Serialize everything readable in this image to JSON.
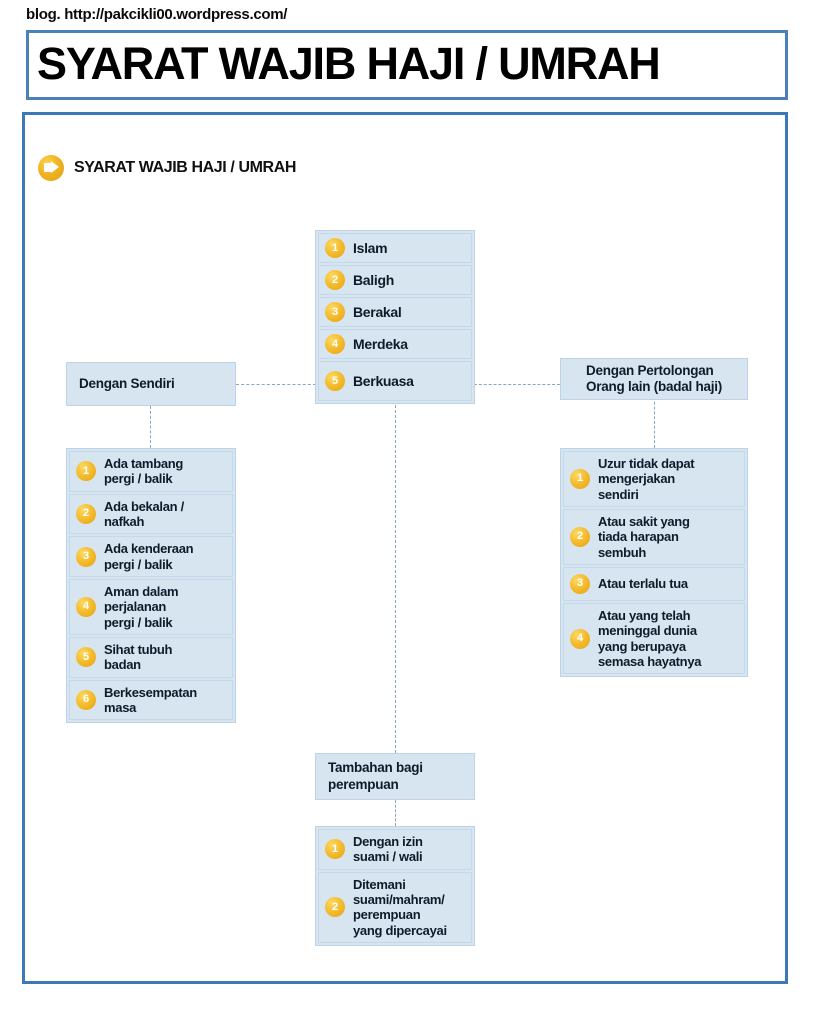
{
  "page": {
    "url_line": "blog. http://pakcikli00.wordpress.com/",
    "banner_title": "SYARAT WAJIB HAJI / UMRAH",
    "section_heading": "SYARAT WAJIB HAJI / UMRAH"
  },
  "colors": {
    "frame_blue": "#3d7ab5",
    "banner_blue": "#4a82b8",
    "box_fill": "#d7e5f1",
    "box_border": "#bdd3e6",
    "badge_gold": "#f0b323",
    "text_dark": "#0d1b2a",
    "connector": "#8aa7bd"
  },
  "diagram": {
    "center_conditions": {
      "items": [
        {
          "num": "1",
          "label": "Islam"
        },
        {
          "num": "2",
          "label": "Baligh"
        },
        {
          "num": "3",
          "label": "Berakal"
        },
        {
          "num": "4",
          "label": "Merdeka"
        },
        {
          "num": "5",
          "label": "Berkuasa"
        }
      ]
    },
    "left_branch": {
      "title": "Dengan Sendiri",
      "items": [
        {
          "num": "1",
          "label": "Ada tambang\npergi / balik"
        },
        {
          "num": "2",
          "label": "Ada bekalan /\nnafkah"
        },
        {
          "num": "3",
          "label": "Ada kenderaan\npergi / balik"
        },
        {
          "num": "4",
          "label": "Aman dalam\nperjalanan\npergi / balik"
        },
        {
          "num": "5",
          "label": "Sihat tubuh\nbadan"
        },
        {
          "num": "6",
          "label": "Berkesempatan\nmasa"
        }
      ]
    },
    "right_branch": {
      "title": "Dengan Pertolongan\nOrang lain (badal haji)",
      "items": [
        {
          "num": "1",
          "label": "Uzur tidak dapat\nmengerjakan\nsendiri"
        },
        {
          "num": "2",
          "label": "Atau sakit yang\ntiada harapan\nsembuh"
        },
        {
          "num": "3",
          "label": "Atau terlalu tua"
        },
        {
          "num": "4",
          "label": "Atau yang telah\nmeninggal dunia\nyang berupaya\nsemasa hayatnya"
        }
      ]
    },
    "bottom_branch": {
      "title": "Tambahan bagi\nperempuan",
      "items": [
        {
          "num": "1",
          "label": "Dengan izin\nsuami / wali"
        },
        {
          "num": "2",
          "label": "Ditemani\nsuami/mahram/\nperempuan\nyang dipercayai"
        }
      ]
    }
  }
}
